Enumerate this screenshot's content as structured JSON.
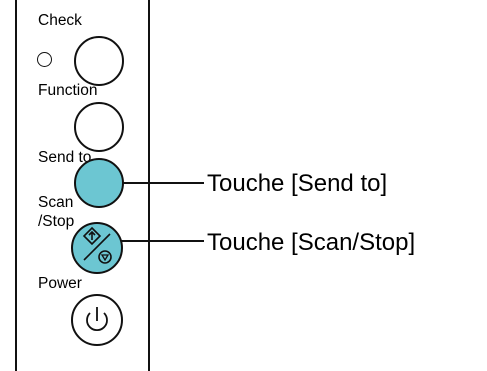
{
  "panel": {
    "labels": {
      "check": "Check",
      "function": "Function",
      "send_to": "Send to",
      "scan": "Scan",
      "stop": "/Stop",
      "power": "Power"
    }
  },
  "callouts": {
    "send_to": "Touche [Send to]",
    "scan_stop": "Touche [Scan/Stop]"
  },
  "colors": {
    "accent_button": "#6cc6d2",
    "outline": "#111111"
  },
  "icons": {
    "check_led": "led-indicator-icon",
    "scan_stop": "scan-stop-icon",
    "power": "power-icon"
  }
}
